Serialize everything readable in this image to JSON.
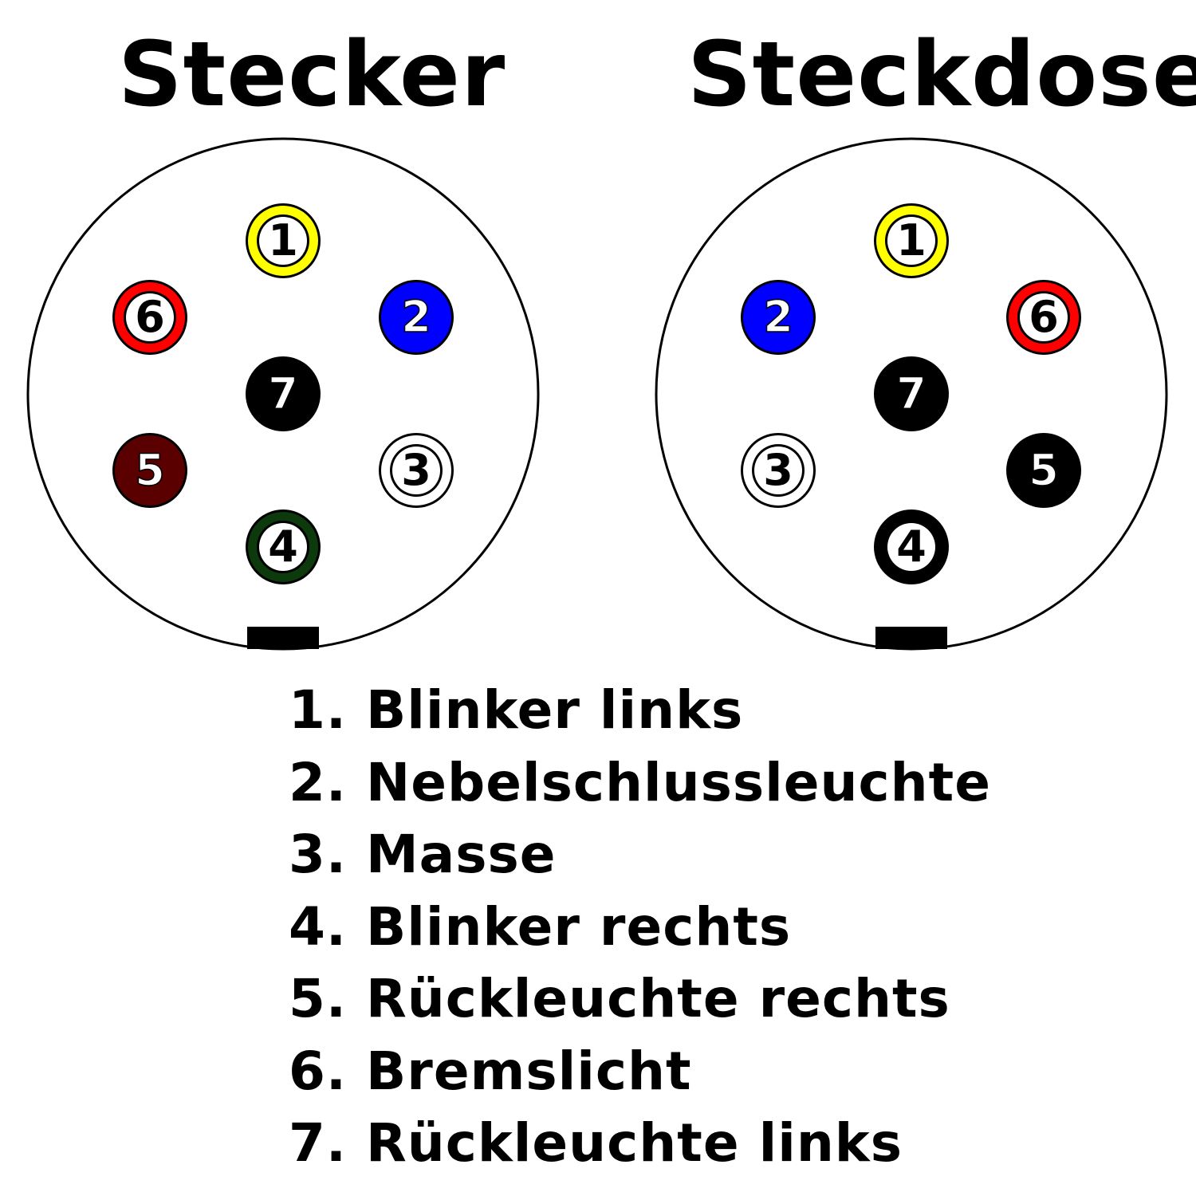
{
  "titles": {
    "left": "Stecker",
    "right": "Steckdose"
  },
  "colors": {
    "yellow": "#ffff00",
    "blue": "#0000ff",
    "white": "#ffffff",
    "green": "#0c3a0c",
    "brown": "#5a0000",
    "red": "#ff0000",
    "black": "#000000"
  },
  "connectors": [
    {
      "name": "stecker",
      "pins": [
        {
          "number": "1",
          "color": "yellow",
          "style": "ring"
        },
        {
          "number": "2",
          "color": "blue",
          "style": "solid"
        },
        {
          "number": "3",
          "color": "white",
          "style": "ring"
        },
        {
          "number": "4",
          "color": "green",
          "style": "ring"
        },
        {
          "number": "5",
          "color": "brown",
          "style": "solid"
        },
        {
          "number": "6",
          "color": "red",
          "style": "ring"
        },
        {
          "number": "7",
          "color": "black",
          "style": "solid"
        }
      ]
    },
    {
      "name": "steckdose",
      "pins": [
        {
          "number": "1",
          "color": "yellow",
          "style": "ring"
        },
        {
          "number": "2",
          "color": "blue",
          "style": "solid"
        },
        {
          "number": "3",
          "color": "white",
          "style": "ring"
        },
        {
          "number": "4",
          "color": "black",
          "style": "ring"
        },
        {
          "number": "5",
          "color": "black",
          "style": "solid"
        },
        {
          "number": "6",
          "color": "red",
          "style": "ring"
        },
        {
          "number": "7",
          "color": "black",
          "style": "solid"
        }
      ]
    }
  ],
  "legend": [
    "1. Blinker links",
    "2. Nebelschlussleuchte",
    "3. Masse",
    "4. Blinker rechts",
    "5. Rückleuchte rechts",
    "6. Bremslicht",
    "7. Rückleuchte links"
  ]
}
